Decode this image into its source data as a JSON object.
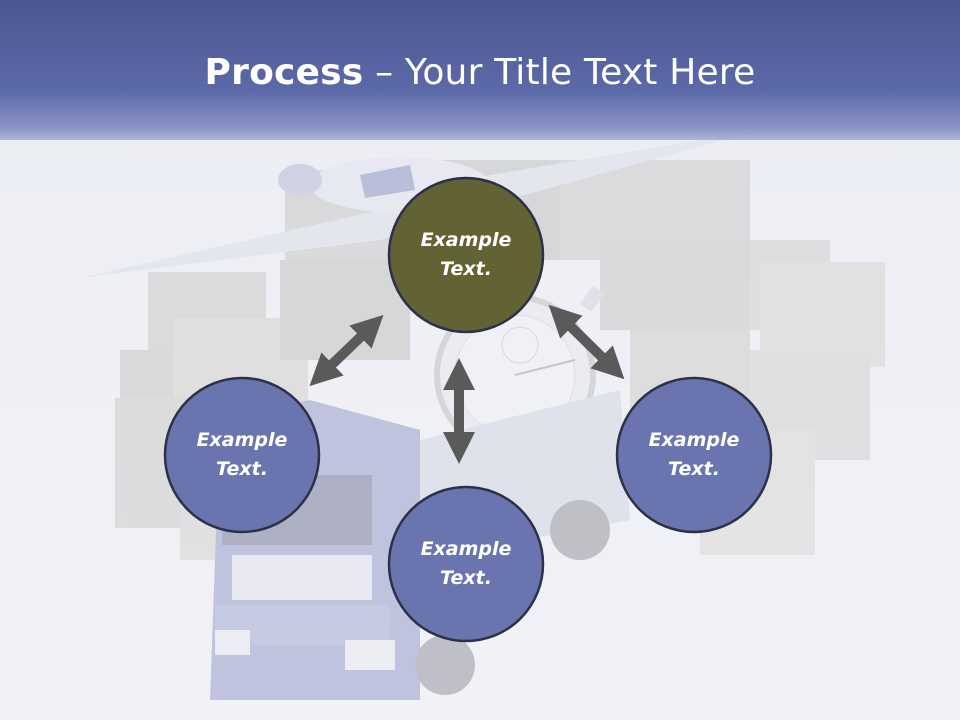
{
  "slide": {
    "title_bold": "Process",
    "title_rest": " – Your Title Text Here"
  },
  "diagram": {
    "nodes": [
      {
        "label_line1": "Example",
        "label_line2": "Text.",
        "color": "#636235"
      },
      {
        "label_line1": "Example",
        "label_line2": "Text.",
        "color": "#6a75b0"
      },
      {
        "label_line1": "Example",
        "label_line2": "Text.",
        "color": "#6a75b0"
      },
      {
        "label_line1": "Example",
        "label_line2": "Text.",
        "color": "#6a75b0"
      }
    ],
    "arrow_color": "#5a5a5a",
    "node_border_color": "#2c3048"
  }
}
